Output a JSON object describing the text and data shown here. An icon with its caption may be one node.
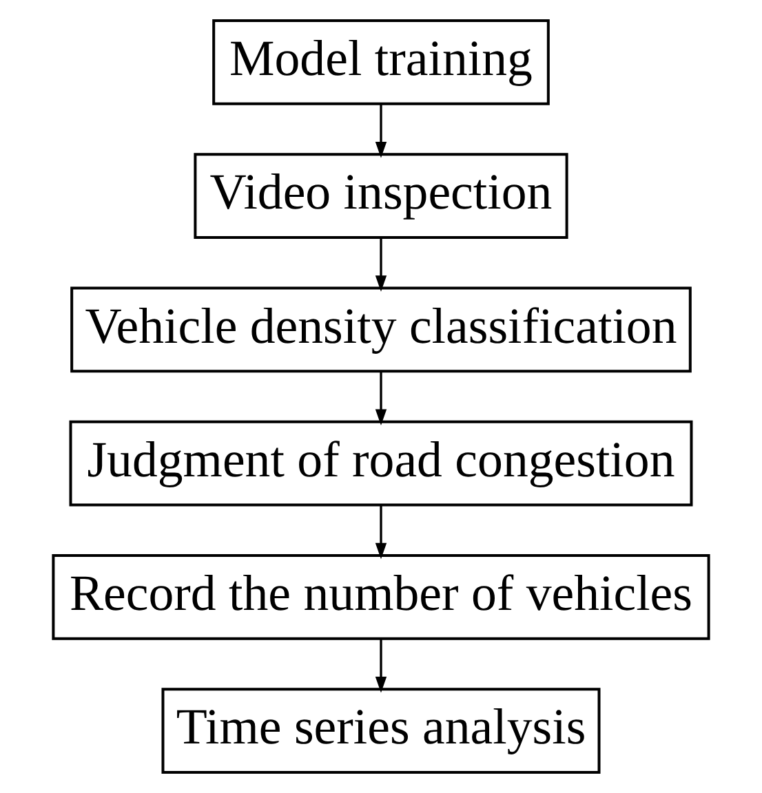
{
  "diagram": {
    "nodes": [
      {
        "text": [
          "Model training"
        ]
      },
      {
        "text": [
          "Video inspection"
        ]
      },
      {
        "text": [
          "Vehicle density classification"
        ]
      },
      {
        "text": [
          "Judgment of road congestion"
        ]
      },
      {
        "text": [
          "Record the number of vehicles"
        ]
      },
      {
        "text": [
          "Time series analysis"
        ]
      }
    ],
    "edges": [
      {
        "from": 0,
        "to": 1,
        "arrow": "to"
      },
      {
        "from": 1,
        "to": 2,
        "arrow": "to"
      },
      {
        "from": 2,
        "to": 3,
        "arrow": "to"
      },
      {
        "from": 3,
        "to": 4,
        "arrow": "to"
      },
      {
        "from": 4,
        "to": 5,
        "arrow": "to"
      }
    ]
  }
}
